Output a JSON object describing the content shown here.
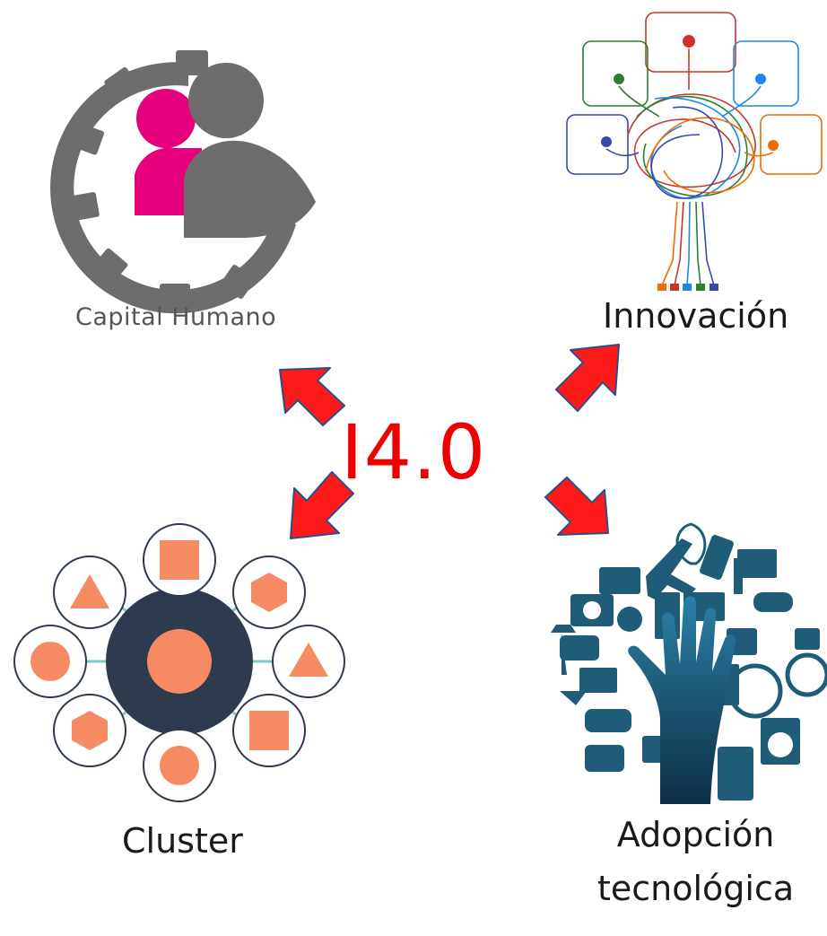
{
  "center": {
    "label": "I4.0"
  },
  "nodes": {
    "capital_humano": {
      "label": "Capital Humano"
    },
    "innovacion": {
      "label": "Innovación"
    },
    "cluster": {
      "label": "Cluster"
    },
    "adopcion": {
      "label_line1": "Adopción",
      "label_line2": "tecnológica"
    }
  },
  "colors": {
    "center_text": "#ee0000",
    "arrow_fill": "#ff1a1a",
    "arrow_stroke": "#2a4e8a",
    "logo_magenta": "#e6007e",
    "logo_gray": "#6d6d6d",
    "cluster_dark": "#2e3a4d",
    "cluster_coral": "#f58a63",
    "cluster_line": "#7fc8c8",
    "tech_blue": "#1f5c78"
  }
}
